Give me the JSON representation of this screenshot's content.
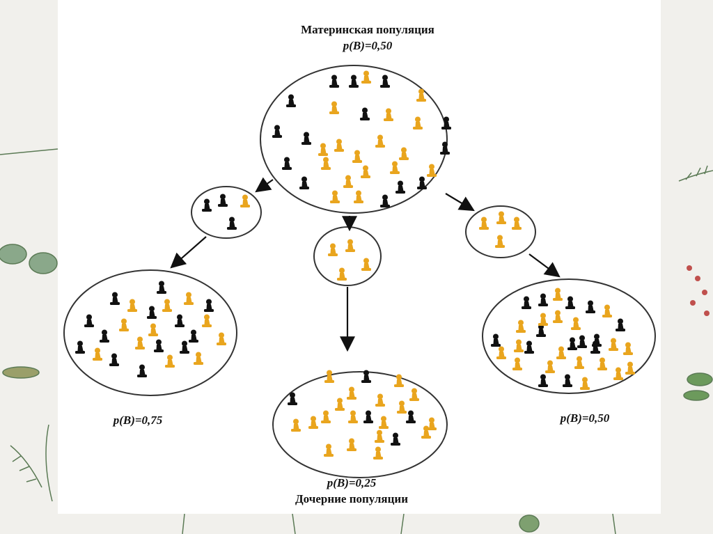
{
  "diagram": {
    "mother_population": {
      "title": "Материнская популяция",
      "frequency_label": "p(B)=0,50",
      "black_count": 14,
      "yellow_count": 17
    },
    "founder_groups": [
      {
        "black_count": 3,
        "yellow_count": 1
      },
      {
        "black_count": 0,
        "yellow_count": 4
      },
      {
        "black_count": 0,
        "yellow_count": 4
      }
    ],
    "daughter_populations": [
      {
        "frequency_label": "p(B)=0,75",
        "black_count": 13,
        "yellow_count": 11
      },
      {
        "frequency_label": "p(B)=0,25",
        "black_count": 5,
        "yellow_count": 18
      },
      {
        "frequency_label": "p(B)=0,50",
        "black_count": 14,
        "yellow_count": 18
      }
    ],
    "caption": "Дочерние популяции",
    "colors": {
      "black_allele": "#111111",
      "yellow_allele": "#e9a51e",
      "outline": "#333333",
      "background": "#ffffff"
    }
  }
}
